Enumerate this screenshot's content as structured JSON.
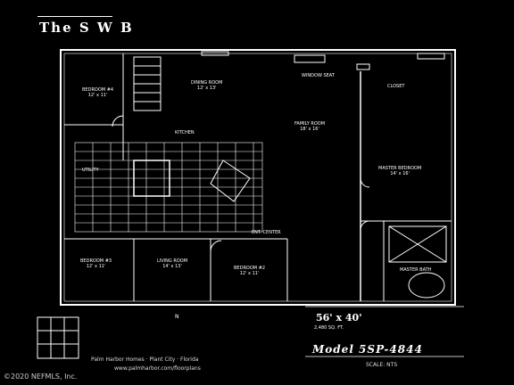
{
  "header": {
    "title": "The S W B"
  },
  "rooms": {
    "bedroom_4": {
      "name": "BEDROOM #4",
      "size": "12' x 11'"
    },
    "dining_room": {
      "name": "DINING ROOM",
      "size": "12' x 13'"
    },
    "family_room": {
      "name": "FAMILY ROOM",
      "size": "18' x 16'"
    },
    "master_bedroom": {
      "name": "MASTER BEDROOM",
      "size": "14' x 16'"
    },
    "closet": {
      "name": "CLOSET",
      "size": ""
    },
    "bedroom_3": {
      "name": "BEDROOM #3",
      "size": "12' x 11'"
    },
    "living_room": {
      "name": "LIVING ROOM",
      "size": "14' x 13'"
    },
    "bedroom_2": {
      "name": "BEDROOM #2",
      "size": "12' x 11'"
    },
    "kitchen": {
      "name": "KITCHEN",
      "size": ""
    },
    "utility": {
      "name": "UTILITY",
      "size": ""
    },
    "entertainment_center": {
      "name": "ENT. CENTER",
      "size": ""
    },
    "window_seat": {
      "name": "WINDOW SEAT",
      "size": ""
    },
    "master_bath": {
      "name": "MASTER BATH",
      "size": ""
    }
  },
  "footer": {
    "company_line": "Palm Harbor Homes · Plant City · Florida",
    "web_line": "www.palmharbor.com/floorplans",
    "dimensions": "56' x 40'",
    "square_feet": "2,480 SQ. FT.",
    "model": "Model 5SP-4844",
    "scale_note": "SCALE: NTS",
    "copyright": "©2020 NEFMLS, Inc."
  },
  "legend": {
    "compass": "N"
  }
}
